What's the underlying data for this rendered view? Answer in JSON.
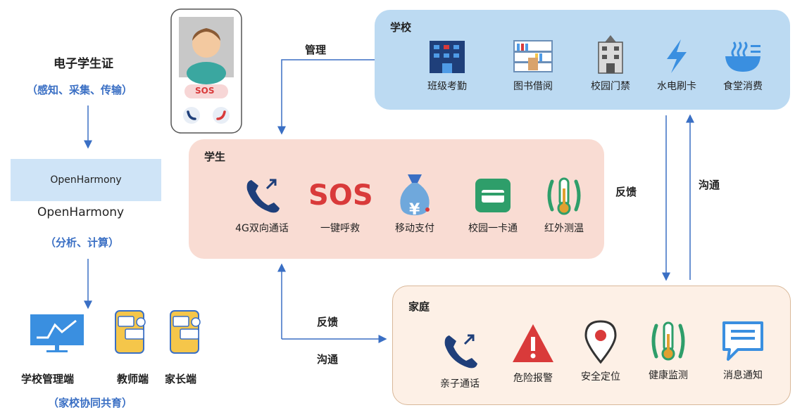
{
  "left": {
    "title": "电子学生证",
    "subtitle1": "（感知、采集、传输）",
    "os_box": "OpenHarmony",
    "os_label": "OpenHarmony",
    "subtitle2": "（分析、计算）",
    "endpoints": [
      "学校管理端",
      "教师端",
      "家长端"
    ],
    "subtitle3": "（家校协同共育）"
  },
  "phone": {
    "sos": "SOS"
  },
  "arrows": {
    "manage": "管理",
    "feedback_right": "反馈",
    "communicate_right": "沟通",
    "feedback_bottom": "反馈",
    "communicate_bottom": "沟通"
  },
  "school": {
    "title": "学校",
    "items": [
      "班级考勤",
      "图书借阅",
      "校园门禁",
      "水电刷卡",
      "食堂消费"
    ]
  },
  "student": {
    "title": "学生",
    "items": [
      "4G双向通话",
      "一键呼救",
      "移动支付",
      "校园一卡通",
      "红外测温"
    ],
    "sos_icon_text": "SOS",
    "pay_icon_text": "¥"
  },
  "family": {
    "title": "家庭",
    "items": [
      "亲子通话",
      "危险报警",
      "安全定位",
      "健康监测",
      "消息通知"
    ]
  },
  "colors": {
    "blue": "#3a6fc4",
    "navy": "#1f3f7a",
    "red": "#d93a3a",
    "green": "#2e9e6a",
    "sky": "#3a8fe0"
  }
}
